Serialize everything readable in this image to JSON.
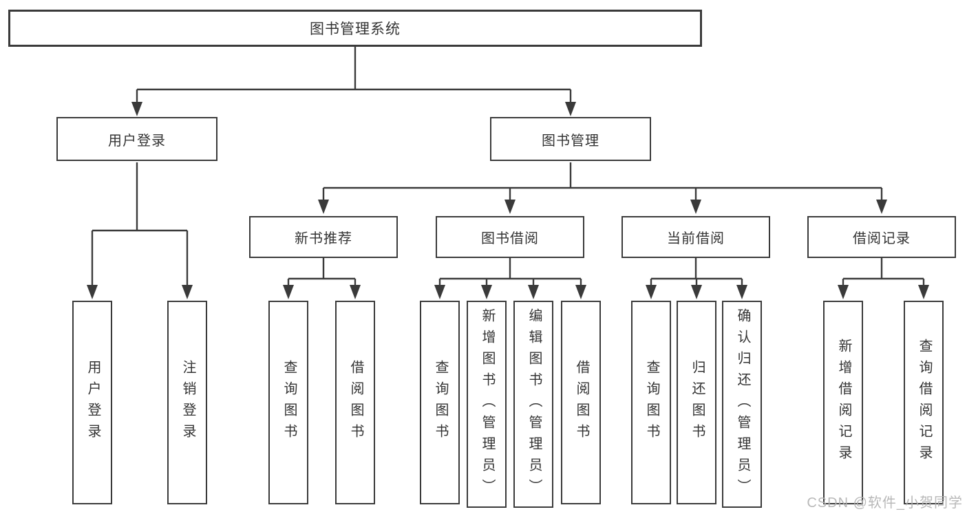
{
  "diagram_type": "hierarchy-tree",
  "tree": {
    "label": "图书管理系统",
    "children": [
      {
        "label": "用户登录",
        "children": [
          {
            "label": "用户登录"
          },
          {
            "label": "注销登录"
          }
        ]
      },
      {
        "label": "图书管理",
        "children": [
          {
            "label": "新书推荐",
            "children": [
              {
                "label": "查询图书"
              },
              {
                "label": "借阅图书"
              }
            ]
          },
          {
            "label": "图书借阅",
            "children": [
              {
                "label": "查询图书"
              },
              {
                "label": "新增图书（管理员）"
              },
              {
                "label": "编辑图书（管理员）"
              },
              {
                "label": "借阅图书"
              }
            ]
          },
          {
            "label": "当前借阅",
            "children": [
              {
                "label": "查询图书"
              },
              {
                "label": "归还图书"
              },
              {
                "label": "确认归还（管理员）"
              }
            ]
          },
          {
            "label": "借阅记录",
            "children": [
              {
                "label": "新增借阅记录"
              },
              {
                "label": "查询借阅记录"
              }
            ]
          }
        ]
      }
    ]
  },
  "watermark": {
    "text": "CSDN @软件_小贺同学"
  },
  "colors": {
    "line": "#3a3a3a",
    "text": "#333333",
    "watermark": "#b3b3b3",
    "bg": "#ffffff"
  }
}
